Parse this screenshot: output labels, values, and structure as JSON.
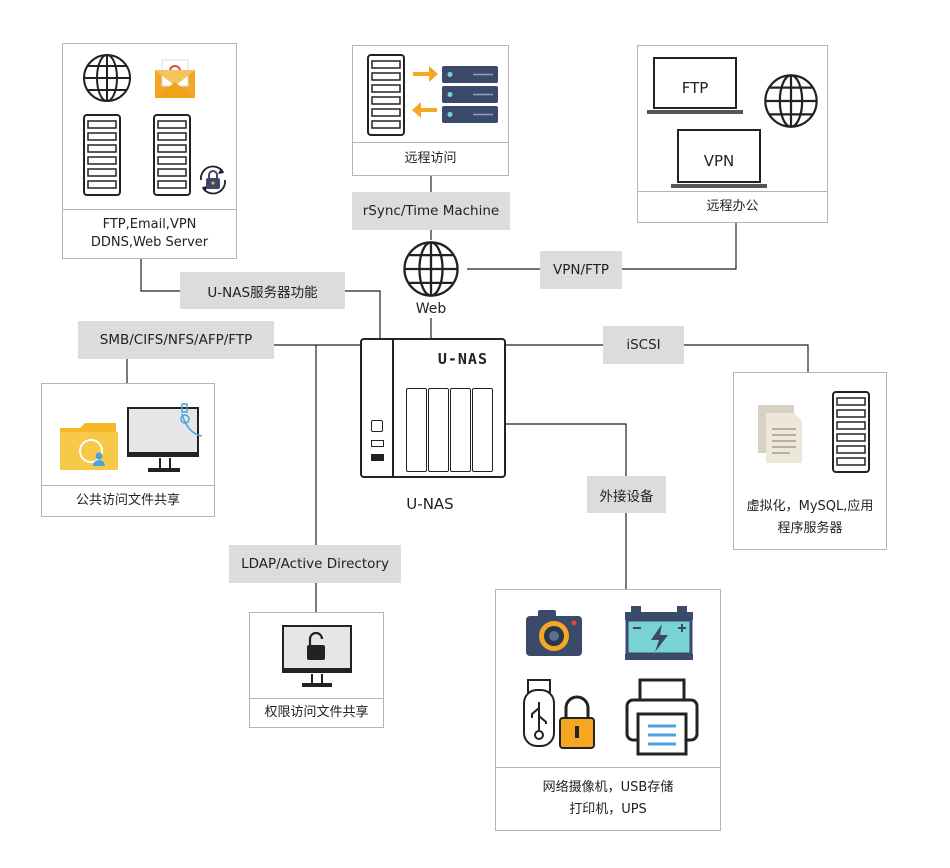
{
  "center": {
    "device_label": "U-NAS",
    "caption": "U-NAS",
    "web_label": "Web"
  },
  "boxes": {
    "server_functions": {
      "line1": "FTP,Email,VPN",
      "line2": "DDNS,Web Server"
    },
    "remote_access": {
      "line1": "远程访问"
    },
    "remote_office": {
      "line1": "远程办公",
      "laptop1": "FTP",
      "laptop2": "VPN"
    },
    "public_share": {
      "line1": "公共访问文件共享"
    },
    "virtualization": {
      "line1": "虚拟化，MySQL,应用",
      "line2": "程序服务器"
    },
    "permission_share": {
      "line1": "权限访问文件共享"
    },
    "external_devices": {
      "line1": "网络摄像机，USB存储",
      "line2": "打印机，UPS"
    }
  },
  "tags": {
    "rsync": "rSync/Time Machine",
    "vpn_ftp": "VPN/FTP",
    "server_func": "U-NAS服务器功能",
    "smb": "SMB/CIFS/NFS/AFP/FTP",
    "iscsi": "iSCSI",
    "external": "外接设备",
    "ldap": "LDAP/Active Directory"
  },
  "colors": {
    "tag_bg": "#dcdcdc",
    "border": "#b5b5b5",
    "accent_orange": "#f5a623",
    "navy": "#3b4a6b",
    "teal": "#7ad3d3",
    "blue_icon": "#4aa3df"
  }
}
